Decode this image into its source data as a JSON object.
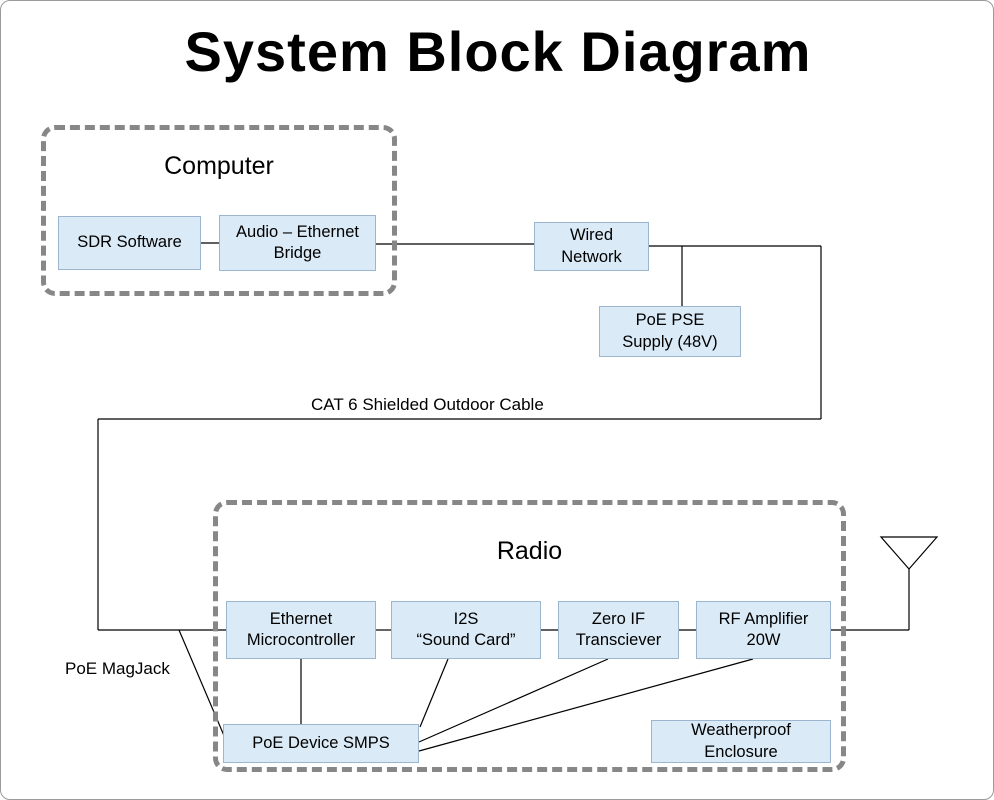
{
  "title": "System Block Diagram",
  "groups": {
    "computer": {
      "label": "Computer"
    },
    "radio": {
      "label": "Radio"
    }
  },
  "nodes": {
    "sdr_software": {
      "label": "SDR Software"
    },
    "audio_ethernet_bridge": {
      "label": "Audio – Ethernet\nBridge"
    },
    "wired_network": {
      "label": "Wired\nNetwork"
    },
    "poe_pse_supply": {
      "label": "PoE PSE\nSupply (48V)"
    },
    "ethernet_microcontroller": {
      "label": "Ethernet\nMicrocontroller"
    },
    "i2s_sound_card": {
      "label": "I2S\n“Sound Card”"
    },
    "zero_if_transciever": {
      "label": "Zero IF\nTransciever"
    },
    "rf_amplifier": {
      "label": "RF Amplifier\n20W"
    },
    "poe_device_smps": {
      "label": "PoE Device SMPS"
    },
    "weatherproof_enclosure": {
      "label": "Weatherproof\nEnclosure"
    }
  },
  "edge_labels": {
    "cat6_cable": "CAT 6 Shielded Outdoor Cable",
    "poe_magjack": "PoE MagJack"
  },
  "colors": {
    "node_fill": "#daeaf6",
    "node_border": "#9cb6cf",
    "group_dash": "#878787",
    "line": "#000000"
  }
}
